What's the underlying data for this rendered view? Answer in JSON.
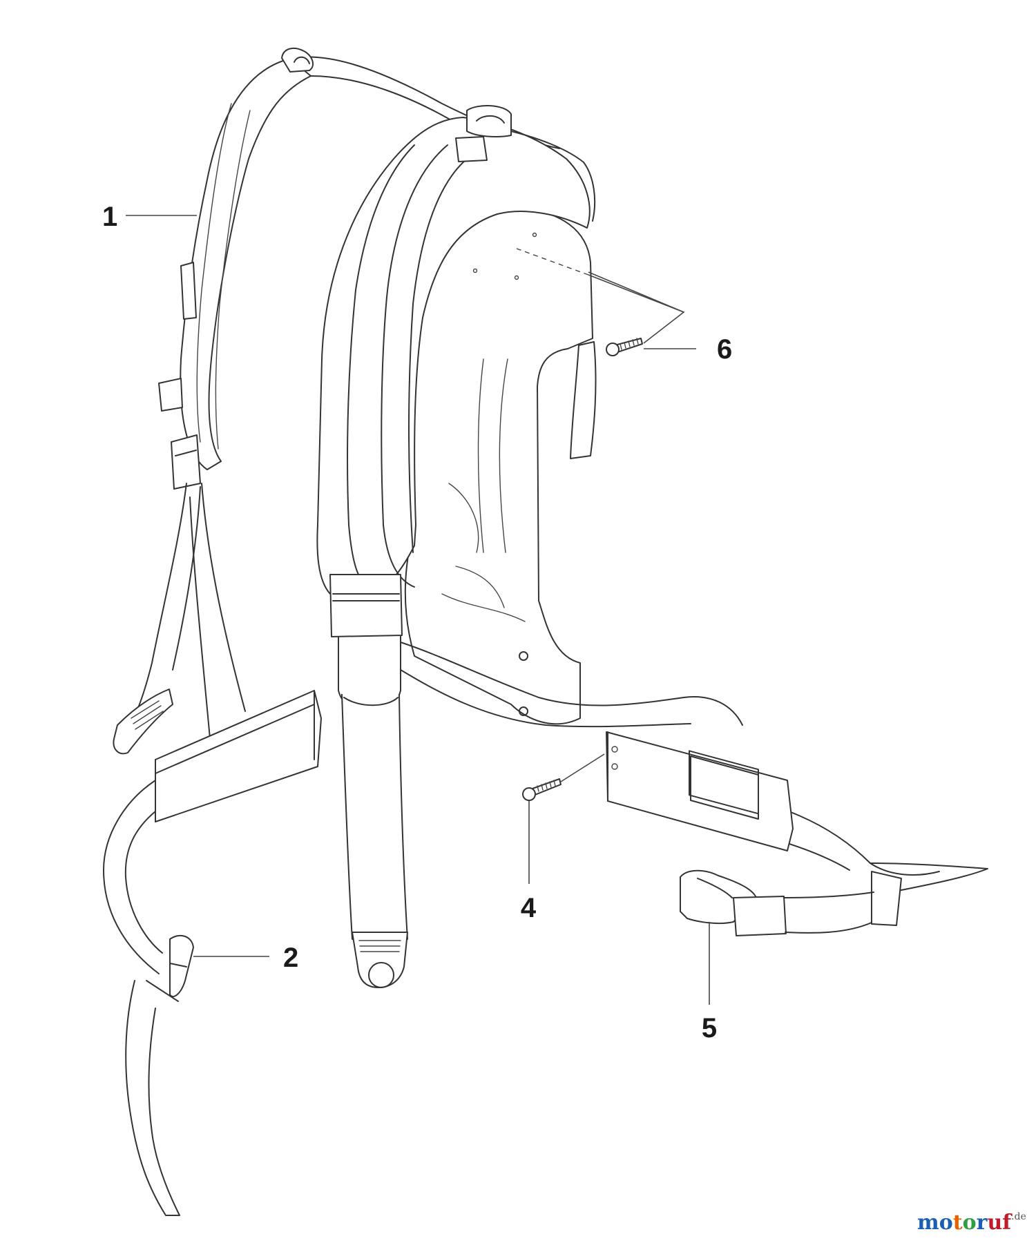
{
  "labels": {
    "p1": "1",
    "p2": "2",
    "p4": "4",
    "p5": "5",
    "p6": "6"
  },
  "watermark": {
    "brand": "motoruf",
    "tld": ".de",
    "colors": [
      "#1a5fb4",
      "#1a5fb4",
      "#e66100",
      "#2ea043",
      "#1a5fb4",
      "#c01c28",
      "#c01c28"
    ]
  },
  "colors": {
    "line": "#333333",
    "background": "#ffffff"
  }
}
